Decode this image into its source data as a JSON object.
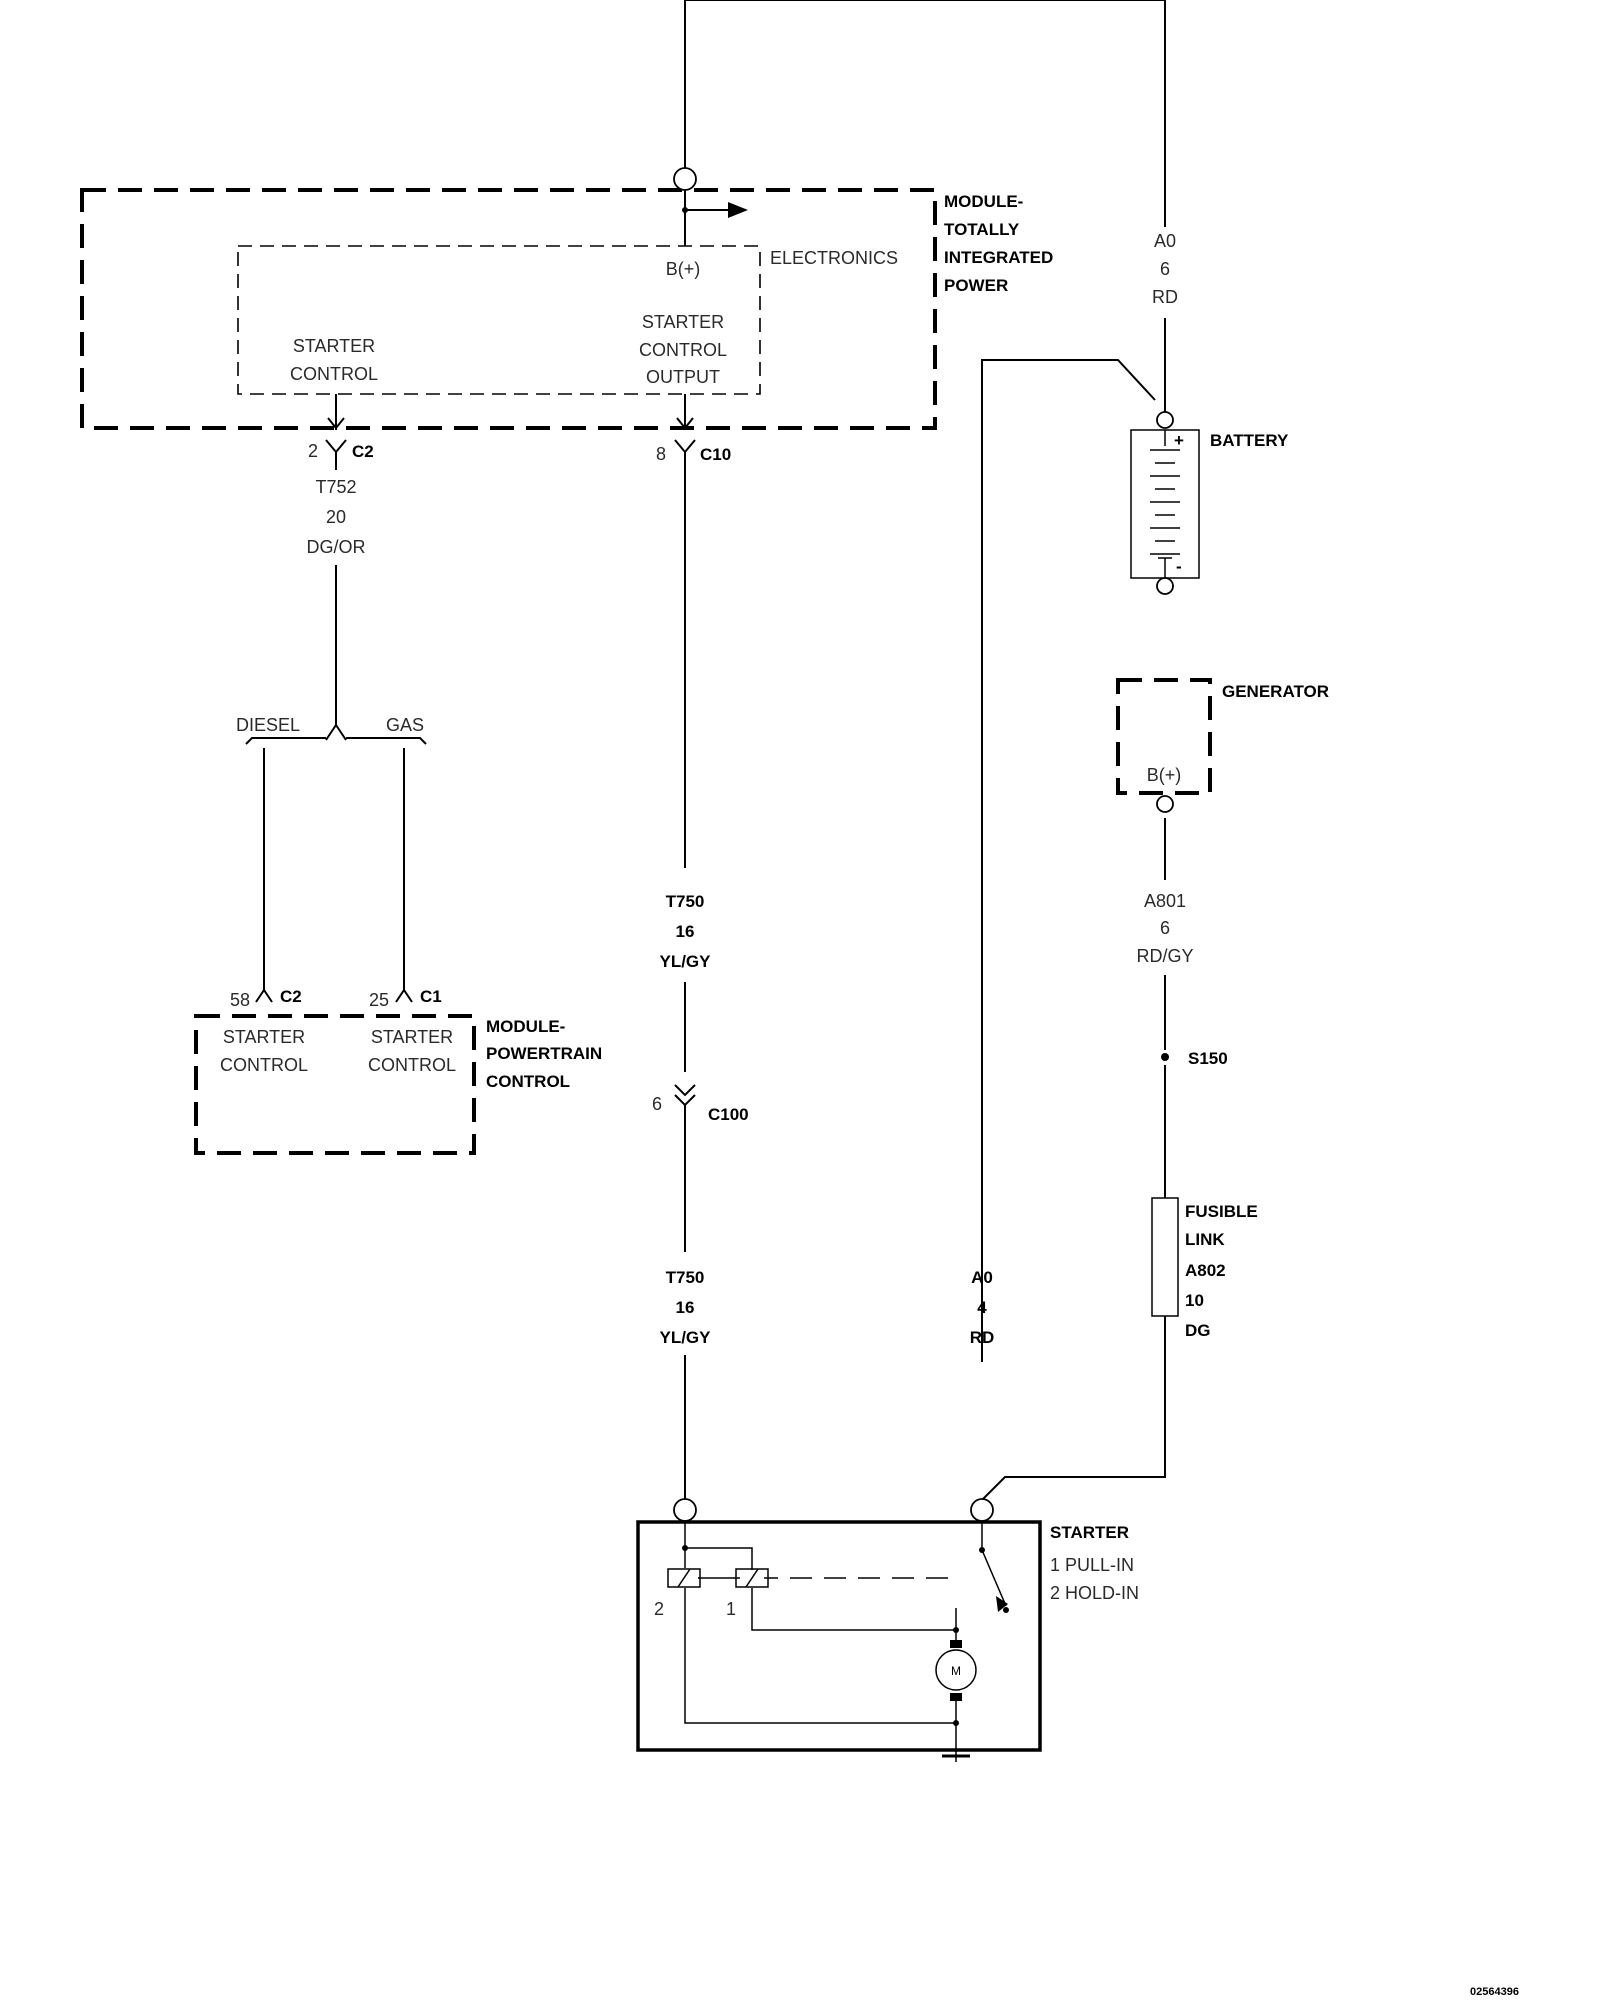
{
  "modules": {
    "tipm": {
      "label_lines": [
        "MODULE-",
        "TOTALLY",
        "INTEGRATED",
        "POWER"
      ]
    },
    "electronics": {
      "label": "ELECTRONICS",
      "b_plus": "B(+)",
      "starter_control_lines": [
        "STARTER",
        "CONTROL"
      ],
      "starter_output_lines": [
        "STARTER",
        "CONTROL",
        "OUTPUT"
      ]
    },
    "pcm": {
      "label_lines": [
        "MODULE-",
        "POWERTRAIN",
        "CONTROL"
      ],
      "left_lines": [
        "STARTER",
        "CONTROL"
      ],
      "right_lines": [
        "STARTER",
        "CONTROL"
      ]
    },
    "battery": {
      "label": "BATTERY",
      "plus": "+",
      "minus": "-"
    },
    "generator": {
      "label": "GENERATOR",
      "b_plus": "B(+)"
    },
    "starter": {
      "label": "STARTER",
      "legend": [
        "1 PULL-IN",
        "2 HOLD-IN"
      ],
      "motor": "M",
      "pin1": "1",
      "pin2": "2"
    }
  },
  "connectors": {
    "tipm_c2": {
      "pin": "2",
      "name": "C2"
    },
    "tipm_c10": {
      "pin": "8",
      "name": "C10"
    },
    "pcm_c2": {
      "pin": "58",
      "name": "C2"
    },
    "pcm_c1": {
      "pin": "25",
      "name": "C1"
    },
    "c100": {
      "pin": "6",
      "name": "C100"
    }
  },
  "wires": {
    "a0_top": [
      "A0",
      "6",
      "RD"
    ],
    "t752": [
      "T752",
      "20",
      "DG/OR"
    ],
    "t750_upper": [
      "T750",
      "16",
      "YL/GY"
    ],
    "t750_lower": [
      "T750",
      "16",
      "YL/GY"
    ],
    "a0_starter": [
      "A0",
      "4",
      "RD"
    ],
    "a801": [
      "A801",
      "6",
      "RD/GY"
    ],
    "fusible_link": [
      "FUSIBLE",
      "LINK",
      "A802",
      "10",
      "DG"
    ]
  },
  "branches": {
    "diesel": "DIESEL",
    "gas": "GAS"
  },
  "splice": {
    "name": "S150"
  },
  "figure_id": "02564396"
}
